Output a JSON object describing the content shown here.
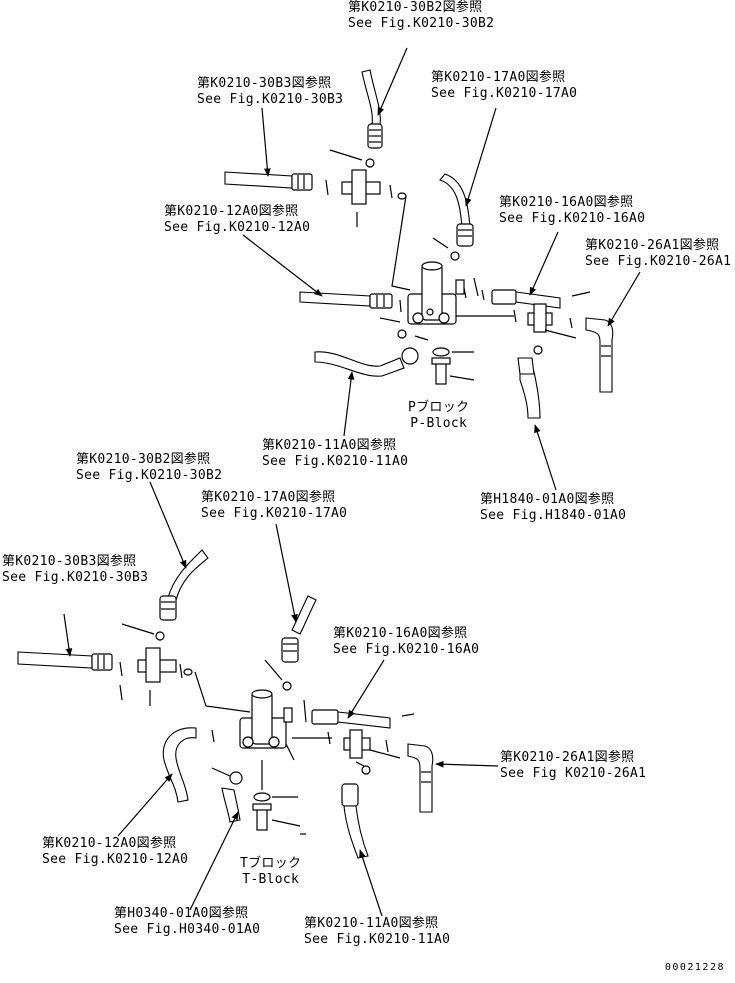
{
  "upper": {
    "labels": [
      {
        "id": "u-30b2",
        "jp": "第K0210-30B2図参照",
        "en": "See Fig.K0210-30B2"
      },
      {
        "id": "u-30b3",
        "jp": "第K0210-30B3図参照",
        "en": "See Fig.K0210-30B3"
      },
      {
        "id": "u-17a0",
        "jp": "第K0210-17A0図参照",
        "en": "See Fig.K0210-17A0"
      },
      {
        "id": "u-12a0",
        "jp": "第K0210-12A0図参照",
        "en": "See Fig.K0210-12A0"
      },
      {
        "id": "u-16a0",
        "jp": "第K0210-16A0図参照",
        "en": "See Fig.K0210-16A0"
      },
      {
        "id": "u-26a1",
        "jp": "第K0210-26A1図参照",
        "en": "See Fig.K0210-26A1"
      },
      {
        "id": "u-11a0",
        "jp": "第K0210-11A0図参照",
        "en": "See Fig.K0210-11A0"
      },
      {
        "id": "u-h1840",
        "jp": "第H1840-01A0図参照",
        "en": "See Fig.H1840-01A0"
      }
    ],
    "block": {
      "jp": "Pブロック",
      "en": "P-Block"
    }
  },
  "lower": {
    "labels": [
      {
        "id": "l-30b2",
        "jp": "第K0210-30B2図参照",
        "en": "See Fig.K0210-30B2"
      },
      {
        "id": "l-17a0",
        "jp": "第K0210-17A0図参照",
        "en": "See Fig.K0210-17A0"
      },
      {
        "id": "l-30b3",
        "jp": "第K0210-30B3図参照",
        "en": "See Fig.K0210-30B3"
      },
      {
        "id": "l-16a0",
        "jp": "第K0210-16A0図参照",
        "en": "See Fig.K0210-16A0"
      },
      {
        "id": "l-26a1",
        "jp": "第K0210-26A1図参照",
        "en": "See Fig K0210-26A1"
      },
      {
        "id": "l-12a0",
        "jp": "第K0210-12A0図参照",
        "en": "See Fig.K0210-12A0"
      },
      {
        "id": "l-h0340",
        "jp": "第H0340-01A0図参照",
        "en": "See Fig.H0340-01A0"
      },
      {
        "id": "l-11a0",
        "jp": "第K0210-11A0図参照",
        "en": "See Fig.K0210-11A0"
      }
    ],
    "block": {
      "jp": "Tブロック",
      "en": "T-Block"
    }
  },
  "doc_number": "00021228",
  "colors": {
    "ink": "#000000",
    "paper": "#ffffff"
  }
}
